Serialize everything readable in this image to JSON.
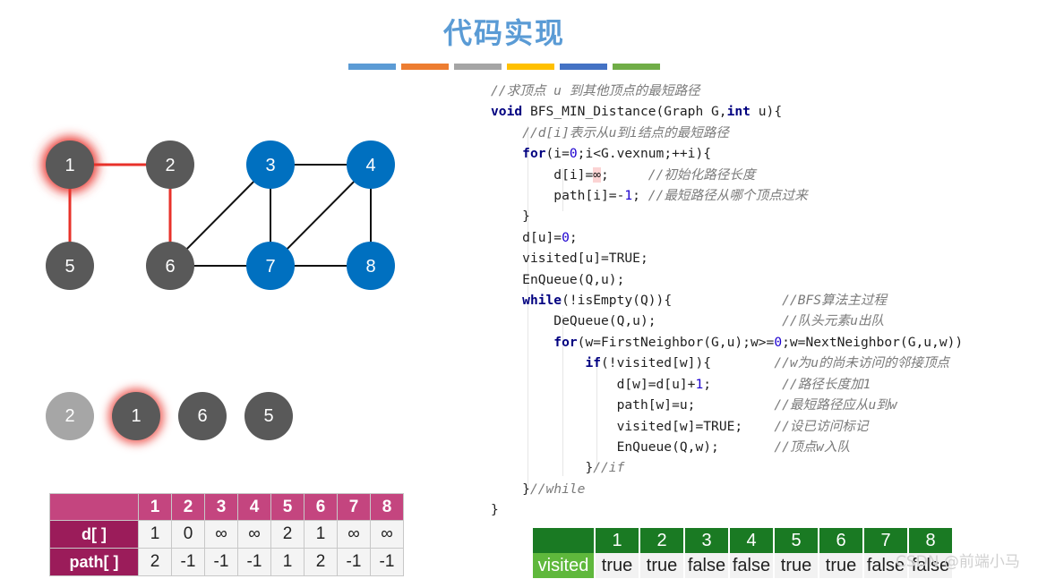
{
  "title": "代码实现",
  "title_bar_colors": [
    "#5b9bd5",
    "#ed7d31",
    "#a5a5a5",
    "#ffc000",
    "#4472c4",
    "#70ad47"
  ],
  "colors": {
    "visited_node": "#0070c0",
    "unvisited_node": "#595959",
    "highlight_edge": "#e8312a",
    "queue_head": "#a6a6a6"
  },
  "graph": {
    "nodes": [
      {
        "id": "1",
        "label": "1",
        "state": "current"
      },
      {
        "id": "2",
        "label": "2",
        "state": "gray"
      },
      {
        "id": "3",
        "label": "3",
        "state": "blue"
      },
      {
        "id": "4",
        "label": "4",
        "state": "blue"
      },
      {
        "id": "5",
        "label": "5",
        "state": "gray"
      },
      {
        "id": "6",
        "label": "6",
        "state": "gray"
      },
      {
        "id": "7",
        "label": "7",
        "state": "blue"
      },
      {
        "id": "8",
        "label": "8",
        "state": "blue"
      }
    ],
    "edges": [
      {
        "from": "1",
        "to": "2",
        "highlight": true
      },
      {
        "from": "1",
        "to": "5",
        "highlight": true
      },
      {
        "from": "2",
        "to": "6",
        "highlight": true
      },
      {
        "from": "3",
        "to": "4",
        "highlight": false
      },
      {
        "from": "3",
        "to": "6",
        "highlight": false
      },
      {
        "from": "3",
        "to": "7",
        "highlight": false
      },
      {
        "from": "4",
        "to": "7",
        "highlight": false
      },
      {
        "from": "4",
        "to": "8",
        "highlight": false
      },
      {
        "from": "6",
        "to": "7",
        "highlight": false
      },
      {
        "from": "7",
        "to": "8",
        "highlight": false
      }
    ]
  },
  "queue": [
    {
      "label": "2",
      "state": "dequeued"
    },
    {
      "label": "1",
      "state": "current"
    },
    {
      "label": "6",
      "state": "normal"
    },
    {
      "label": "5",
      "state": "normal"
    }
  ],
  "dist_table": {
    "headers": [
      "1",
      "2",
      "3",
      "4",
      "5",
      "6",
      "7",
      "8"
    ],
    "rows": [
      {
        "label": "d[ ]",
        "values": [
          "1",
          "0",
          "∞",
          "∞",
          "2",
          "1",
          "∞",
          "∞"
        ]
      },
      {
        "label": "path[ ]",
        "values": [
          "2",
          "-1",
          "-1",
          "-1",
          "1",
          "2",
          "-1",
          "-1"
        ]
      }
    ]
  },
  "visited_table": {
    "label": "visited",
    "headers": [
      "1",
      "2",
      "3",
      "4",
      "5",
      "6",
      "7",
      "8"
    ],
    "values": [
      "true",
      "true",
      "false",
      "false",
      "true",
      "true",
      "false",
      "false"
    ]
  },
  "code": {
    "comment_header": "//求顶点 u 到其他顶点的最短路径",
    "func_sig": " BFS_MIN_Distance(Graph G,",
    "func_sig_end": " u){",
    "kw_void": "void",
    "kw_int": "int",
    "c_di": "//d[i]表示从u到i结点的最短路径",
    "kw_for": "for",
    "for1_a": "(i=",
    "zero": "0",
    "for1_b": ";i<G.vexnum;++i){",
    "di_a": "d[i]=",
    "inf": "∞",
    "di_b": ";",
    "c_init": "//初始化路径长度",
    "pathi": "path[i]=-",
    "one": "1",
    "semi": ";",
    "c_path": "//最短路径从哪个顶点过来",
    "close": "}",
    "du": "d[u]=",
    "visited_u": "visited[u]=TRUE;",
    "enq_u": "EnQueue(Q,u);",
    "kw_while": "while",
    "while_cond": "(!isEmpty(Q)){",
    "c_bfs": "//BFS算法主过程",
    "deq": "DeQueue(Q,u);",
    "c_deq": "//队头元素u出队",
    "for2_a": "(w=FirstNeighbor(G,u);w>=",
    "for2_b": ";w=NextNeighbor(G,u,w))",
    "kw_if": "if",
    "if_cond": "(!visited[w]){",
    "c_if": "//w为u的尚未访问的邻接顶点",
    "dw_a": "d[w]=d[u]+",
    "c_dw": "//路径长度加1",
    "pathw": "path[w]=u;",
    "c_pathw": "//最短路径应从u到w",
    "visw": "visited[w]=TRUE;",
    "c_visw": "//设已访问标记",
    "enqw": "EnQueue(Q,w);",
    "c_enqw": "//顶点w入队",
    "end_if": "//if",
    "end_while": "//while"
  },
  "watermark": "CSDN @前端小马"
}
